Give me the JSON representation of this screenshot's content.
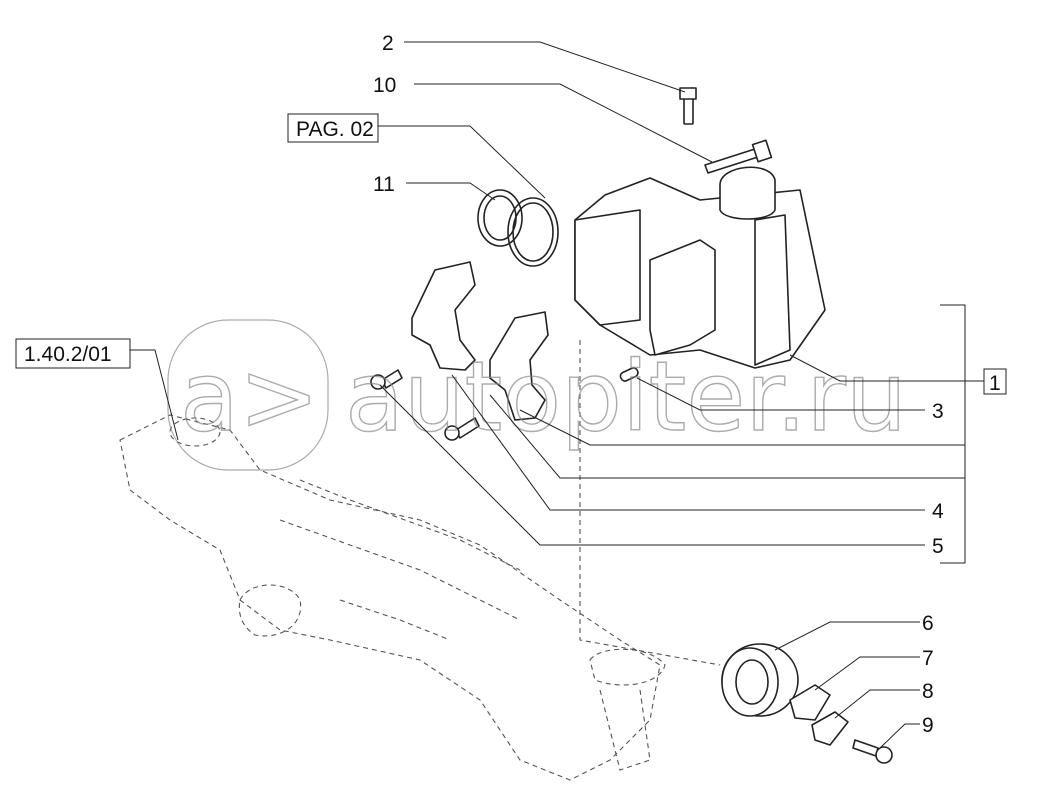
{
  "diagram": {
    "callouts": [
      "2",
      "10",
      "11",
      "3",
      "4",
      "5",
      "6",
      "7",
      "8",
      "9"
    ],
    "boxed_refs": {
      "page_ref": "PAG. 02",
      "group_ref": "1.40.2/01",
      "assembly": "1"
    }
  },
  "watermark": {
    "text": "autopiter.ru",
    "logo": "a>"
  }
}
